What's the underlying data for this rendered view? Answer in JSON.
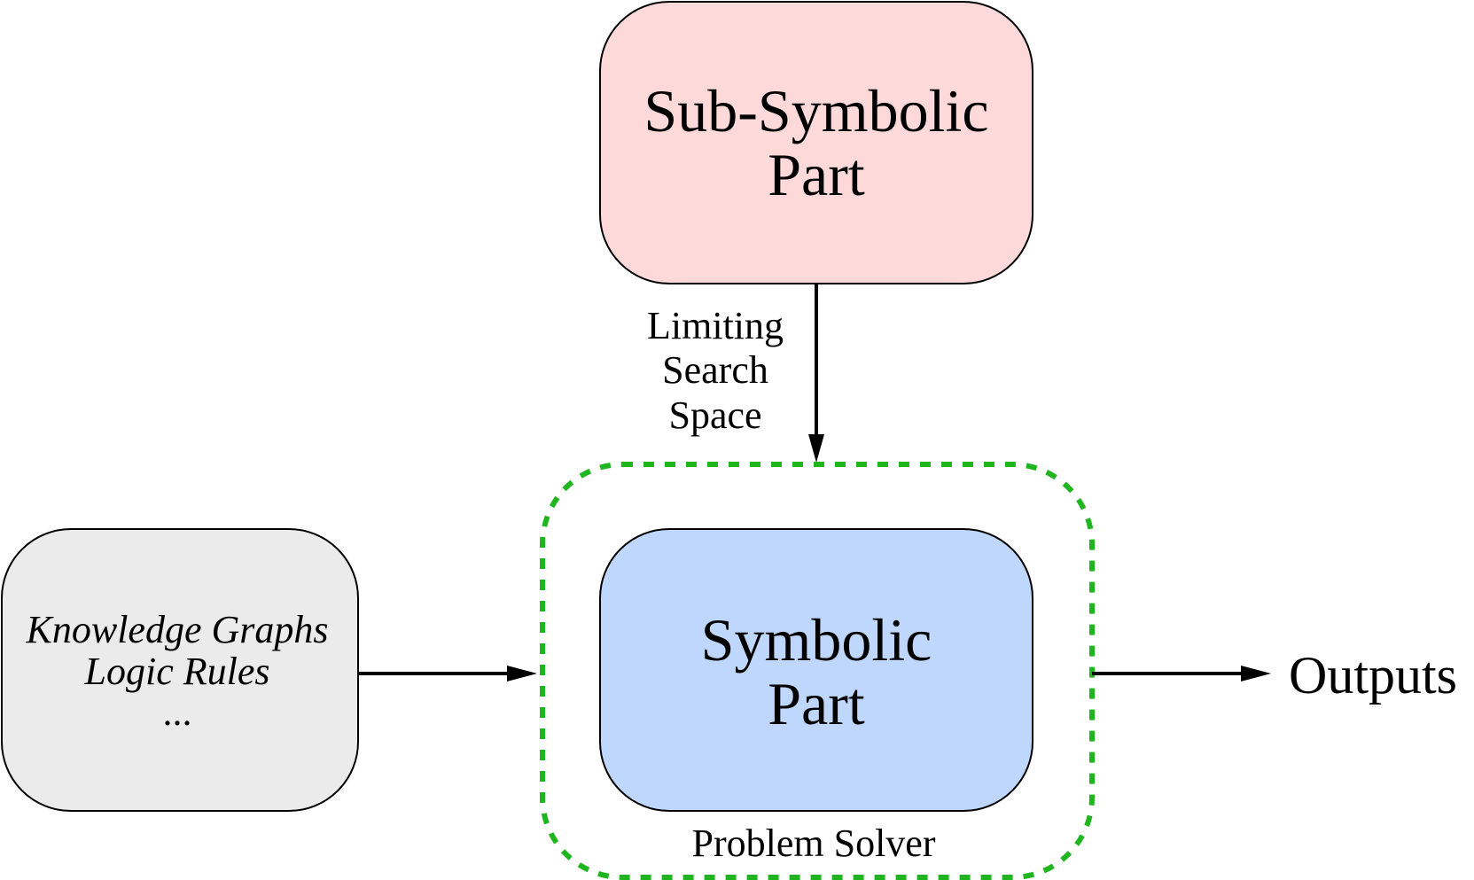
{
  "nodes": {
    "subsymbolic": {
      "line1": "Sub-Symbolic",
      "line2": "Part",
      "fill": "#fdd9d9"
    },
    "symbolic": {
      "line1": "Symbolic",
      "line2": "Part",
      "fill": "#bfd6fd"
    },
    "knowledge": {
      "line1": "Knowledge Graphs",
      "line2": "Logic Rules",
      "line3": "...",
      "fill": "#ebebeb"
    },
    "problem_solver": {
      "label": "Problem Solver",
      "border_color": "#1fb51f"
    }
  },
  "edges": {
    "limiting": {
      "line1": "Limiting",
      "line2": "Search",
      "line3": "Space"
    },
    "outputs": {
      "label": "Outputs"
    }
  }
}
